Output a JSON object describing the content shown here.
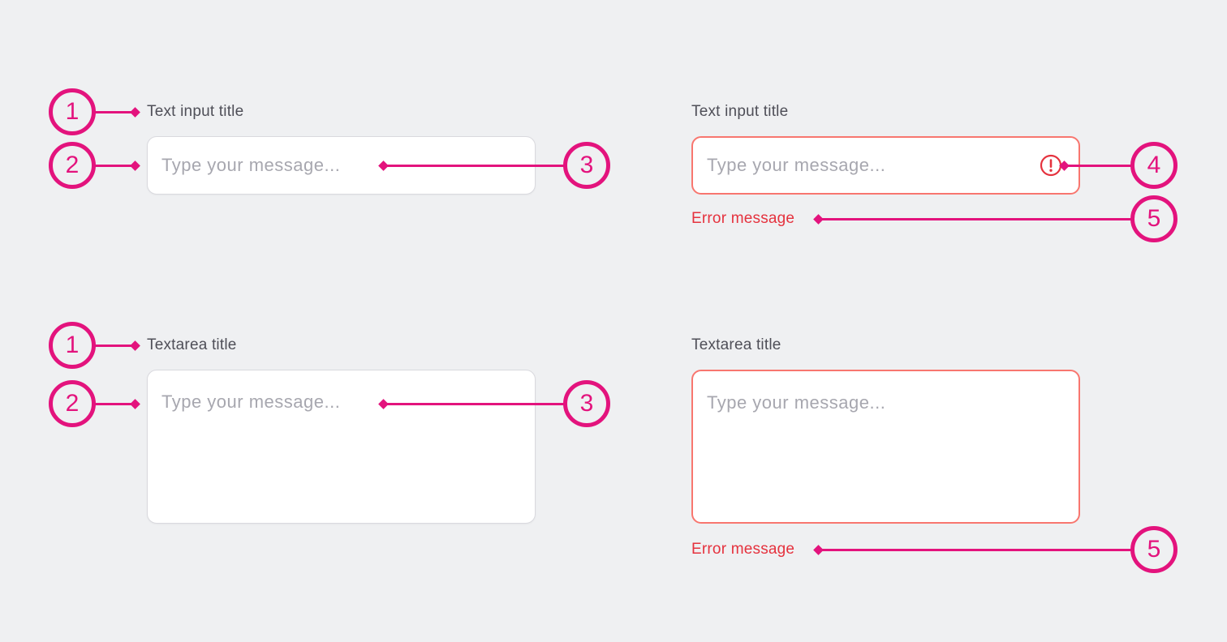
{
  "palette": {
    "background": "#EFF0F2",
    "annotation_pink": "#E3137D",
    "error_red": "#E5323E",
    "error_border": "#F8766F",
    "field_border": "#D9D9DE",
    "field_background": "#FFFFFF",
    "title_color": "#4F4F58",
    "placeholder_color": "#A7A7AF"
  },
  "components": {
    "text_input_default": {
      "title": "Text input title",
      "placeholder": "Type your message..."
    },
    "text_input_error": {
      "title": "Text input title",
      "placeholder": "Type your message...",
      "error_message": "Error message",
      "error_icon": "exclamation-circle-icon"
    },
    "textarea_default": {
      "title": "Textarea title",
      "placeholder": "Type your message..."
    },
    "textarea_error": {
      "title": "Textarea title",
      "placeholder": "Type your message...",
      "error_message": "Error message"
    }
  },
  "callouts": {
    "title_label": "1",
    "input_field": "2",
    "placeholder_text": "3",
    "error_icon": "4",
    "error_message": "5"
  }
}
